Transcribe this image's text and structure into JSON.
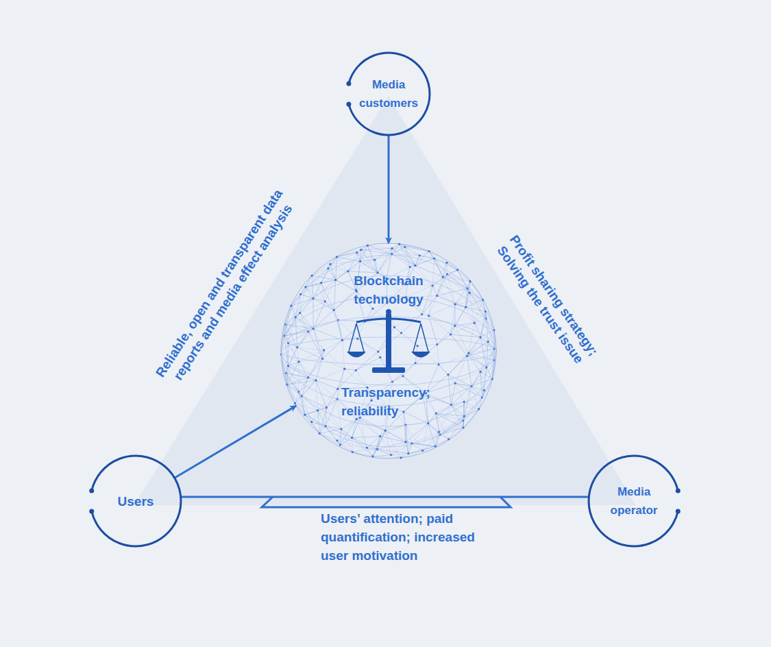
{
  "diagram": {
    "nodes": [
      {
        "text": [
          "Media customers"
        ]
      },
      {
        "text": [
          "Blockchain technology",
          "Transparency; reliability"
        ]
      },
      {
        "text": [
          "Users"
        ]
      },
      {
        "text": [
          "Media operator"
        ]
      }
    ],
    "edges": [
      {
        "from": 0,
        "to": 1,
        "arrow": "to"
      },
      {
        "from": 2,
        "to": 1,
        "arrow": "to"
      },
      {
        "from": 2,
        "to": 3,
        "arrow": "none",
        "label": "Users’ attention; paid quantification; increased user motivation"
      }
    ],
    "labels": [
      "Reliable, open and transparent data reports and media effect analysis",
      "Profit sharing strategy; Solving the trust issue"
    ]
  }
}
